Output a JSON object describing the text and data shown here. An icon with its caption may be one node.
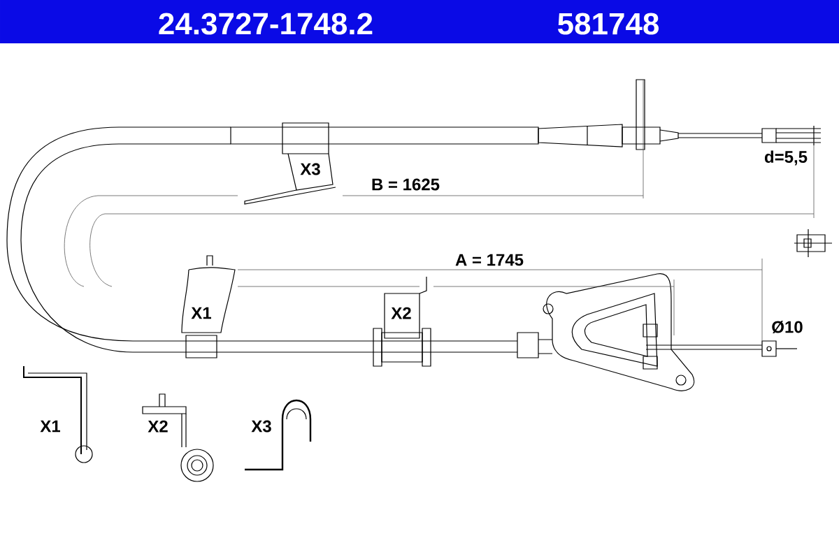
{
  "diagram": {
    "title": "24.3727-1748.2",
    "labels": [
      "581748",
      "X3",
      "B = 1625",
      "d=5,5",
      "A = 1745",
      "X1",
      "X2",
      "Ø10",
      "X1",
      "X2",
      "X3"
    ]
  }
}
